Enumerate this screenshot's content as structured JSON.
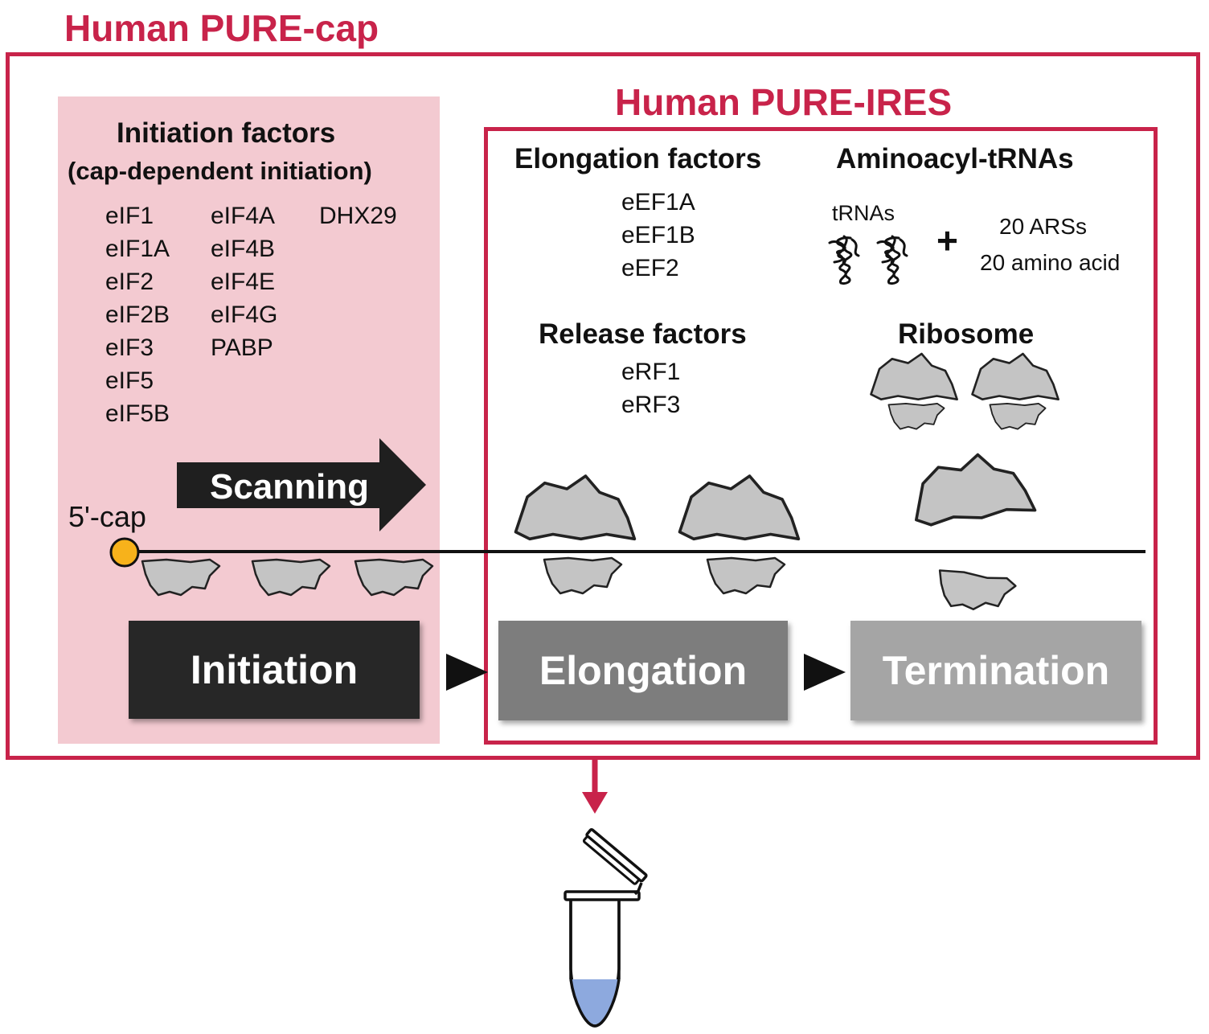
{
  "titles": {
    "pure_cap": "Human PURE-cap",
    "pure_ires": "Human PURE-IRES"
  },
  "initiation_factors": {
    "heading": "Initiation factors",
    "subheading": "(cap-dependent initiation)",
    "col1": [
      "eIF1",
      "eIF1A",
      "eIF2",
      "eIF2B",
      "eIF3",
      "eIF5",
      "eIF5B"
    ],
    "col2": [
      "eIF4A",
      "eIF4B",
      "eIF4E",
      "eIF4G",
      "PABP"
    ],
    "col3": [
      "DHX29"
    ]
  },
  "elongation_factors": {
    "heading": "Elongation factors",
    "items": [
      "eEF1A",
      "eEF1B",
      "eEF2"
    ]
  },
  "aminoacyl": {
    "heading": "Aminoacyl-tRNAs",
    "trnas_label": "tRNAs",
    "plus": "+",
    "ars_label": "20 ARSs",
    "amino_label": "20 amino acid"
  },
  "release_factors": {
    "heading": "Release factors",
    "items": [
      "eRF1",
      "eRF3"
    ]
  },
  "ribosome": {
    "heading": "Ribosome"
  },
  "mrna": {
    "cap_label": "5'-cap",
    "scanning_label": "Scanning"
  },
  "stages": {
    "initiation": "Initiation",
    "elongation": "Elongation",
    "termination": "Termination"
  },
  "colors": {
    "accent_red": "#c8234a",
    "pink_panel": "#f3cad1",
    "ribosome_fill": "#c4c4c4",
    "cap_fill": "#f7b21b",
    "tube_liquid": "#8da9de",
    "initiation_box": "#272727",
    "elongation_box": "#7d7d7d",
    "termination_box": "#a5a5a5"
  }
}
